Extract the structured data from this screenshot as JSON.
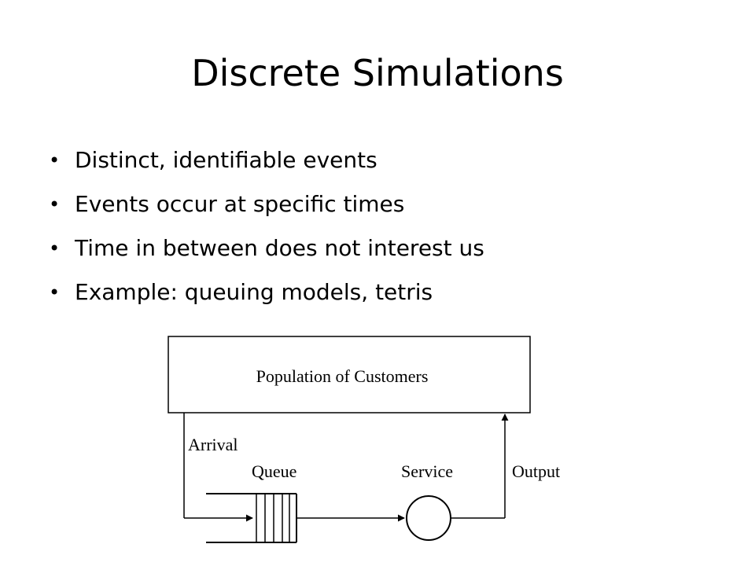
{
  "slide": {
    "title": "Discrete Simulations",
    "bullets": [
      "Distinct, identifiable events",
      "Events occur at specific times",
      "Time in between does not interest us",
      "Example: queuing models, tetris"
    ]
  },
  "diagram": {
    "population_label": "Population of Customers",
    "arrival_label": "Arrival",
    "queue_label": "Queue",
    "service_label": "Service",
    "output_label": "Output"
  },
  "colors": {
    "text": "#000000",
    "background": "#ffffff"
  }
}
